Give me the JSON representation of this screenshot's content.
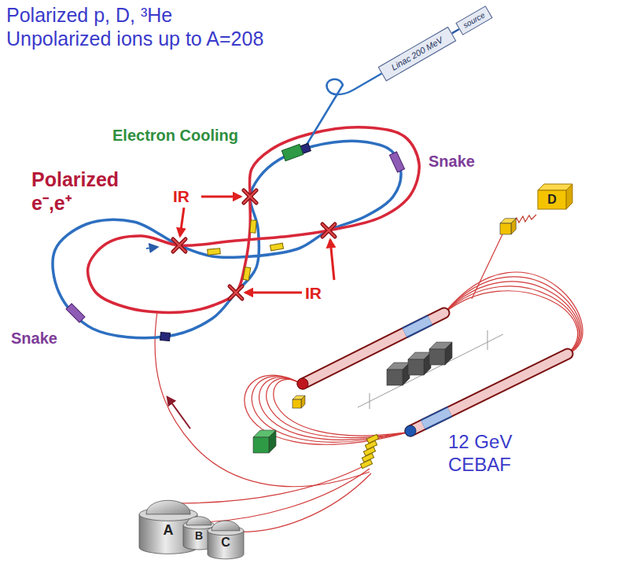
{
  "diagram": {
    "nodes": [
      {
        "text": [
          "source"
        ]
      },
      {
        "text": [
          "Linac 200 MeV"
        ]
      },
      {
        "text": [
          "D"
        ]
      },
      {
        "text": [
          "A"
        ]
      },
      {
        "text": [
          "B"
        ]
      },
      {
        "text": [
          "C"
        ]
      }
    ],
    "edges": [
      {
        "from": 1,
        "to": 0,
        "arrow": "none"
      }
    ],
    "labels": [
      "Polarized p, D, ³He",
      "Unpolarized ions up to A=208",
      "Electron Cooling",
      "Snake",
      "Polarized e⁻,e⁺",
      "IR",
      "IR",
      "Snake",
      "12 GeV CEBAF"
    ]
  }
}
